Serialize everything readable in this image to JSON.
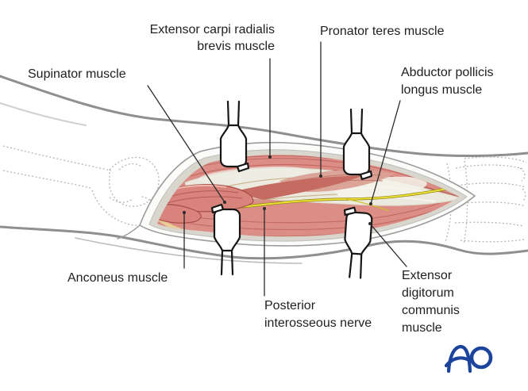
{
  "figure": {
    "title_hidden": "",
    "labels": {
      "ecrb": "Extensor carpi radialis\nbrevis muscle",
      "pronator_teres": "Pronator teres muscle",
      "supinator": "Supinator muscle",
      "abductor_pollicis_longus": "Abductor pollicis\nlongus muscle",
      "anconeus": "Anconeus muscle",
      "posterior_interosseous_nerve": "Posterior\ninterosseous nerve",
      "extensor_digitorum_communis": "Extensor\ndigitorum\ncommunis\nmuscle"
    },
    "logo": {
      "text": "AO",
      "color": "#1c449c"
    },
    "colors": {
      "muscle_pink": "#dc8d86",
      "muscle_dark_edge": "#a84e47",
      "fascia_ivory": "#eceadf",
      "nerve_yellow": "#f0e434",
      "fat_yellow": "#e9cf96",
      "arm_outline_gray": "#8f8f8f",
      "label_text": "#1f1f1f"
    }
  }
}
